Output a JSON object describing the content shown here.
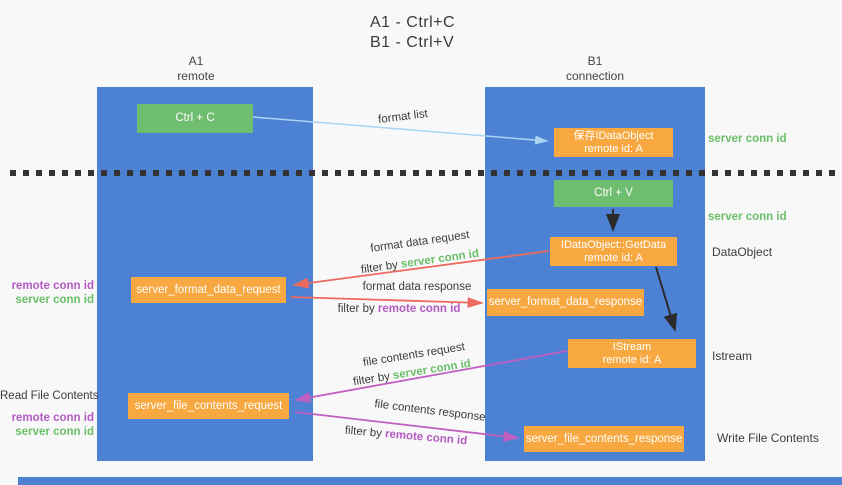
{
  "title": {
    "line1": "A1 - Ctrl+C",
    "line2": "B1 - Ctrl+V"
  },
  "lanes": {
    "a1": {
      "name": "A1",
      "subtitle": "remote"
    },
    "b1": {
      "name": "B1",
      "subtitle": "connection"
    }
  },
  "nodes": {
    "ctrl_c": {
      "label": "Ctrl + C"
    },
    "save_dataobject": {
      "line1": "保存IDataObject",
      "line2": "remote id: A"
    },
    "ctrl_v": {
      "label": "Ctrl + V"
    },
    "getdata": {
      "line1": "IDataObject::GetData",
      "line2": "remote id: A"
    },
    "istream": {
      "line1": "IStream",
      "line2": "remote id: A"
    },
    "server_format_data_request": {
      "label": "server_format_data_request"
    },
    "server_format_data_response": {
      "label": "server_format_data_response"
    },
    "server_file_contents_request": {
      "label": "server_file_contents_request"
    },
    "server_file_contents_response": {
      "label": "server_file_contents_response"
    }
  },
  "edge_labels": {
    "format_list": "format list",
    "format_data_request": "format data request",
    "format_data_response": "format data response",
    "file_contents_request": "file contents request",
    "file_contents_response": "file contents response",
    "filter_by": "filter by ",
    "server_conn_id": "server conn id",
    "remote_conn_id": "remote conn id"
  },
  "side_labels": {
    "server_conn_id": "server conn id",
    "remote_conn_id": "remote conn id",
    "dataobject": "DataObject",
    "istream": "Istream",
    "read_file_contents": "Read File Contents",
    "write_file_contents": "Write File Contents"
  },
  "colors": {
    "lane_blue": "#4c81d4",
    "node_green": "#6fbe70",
    "node_orange": "#f7a840",
    "text_green": "#6abf69",
    "text_purple": "#b35bc3",
    "arrow_blue": "#a9d4f2",
    "arrow_red": "#ed6a5f",
    "arrow_purple": "#c05fc0",
    "arrow_black": "#2b2b2b"
  }
}
